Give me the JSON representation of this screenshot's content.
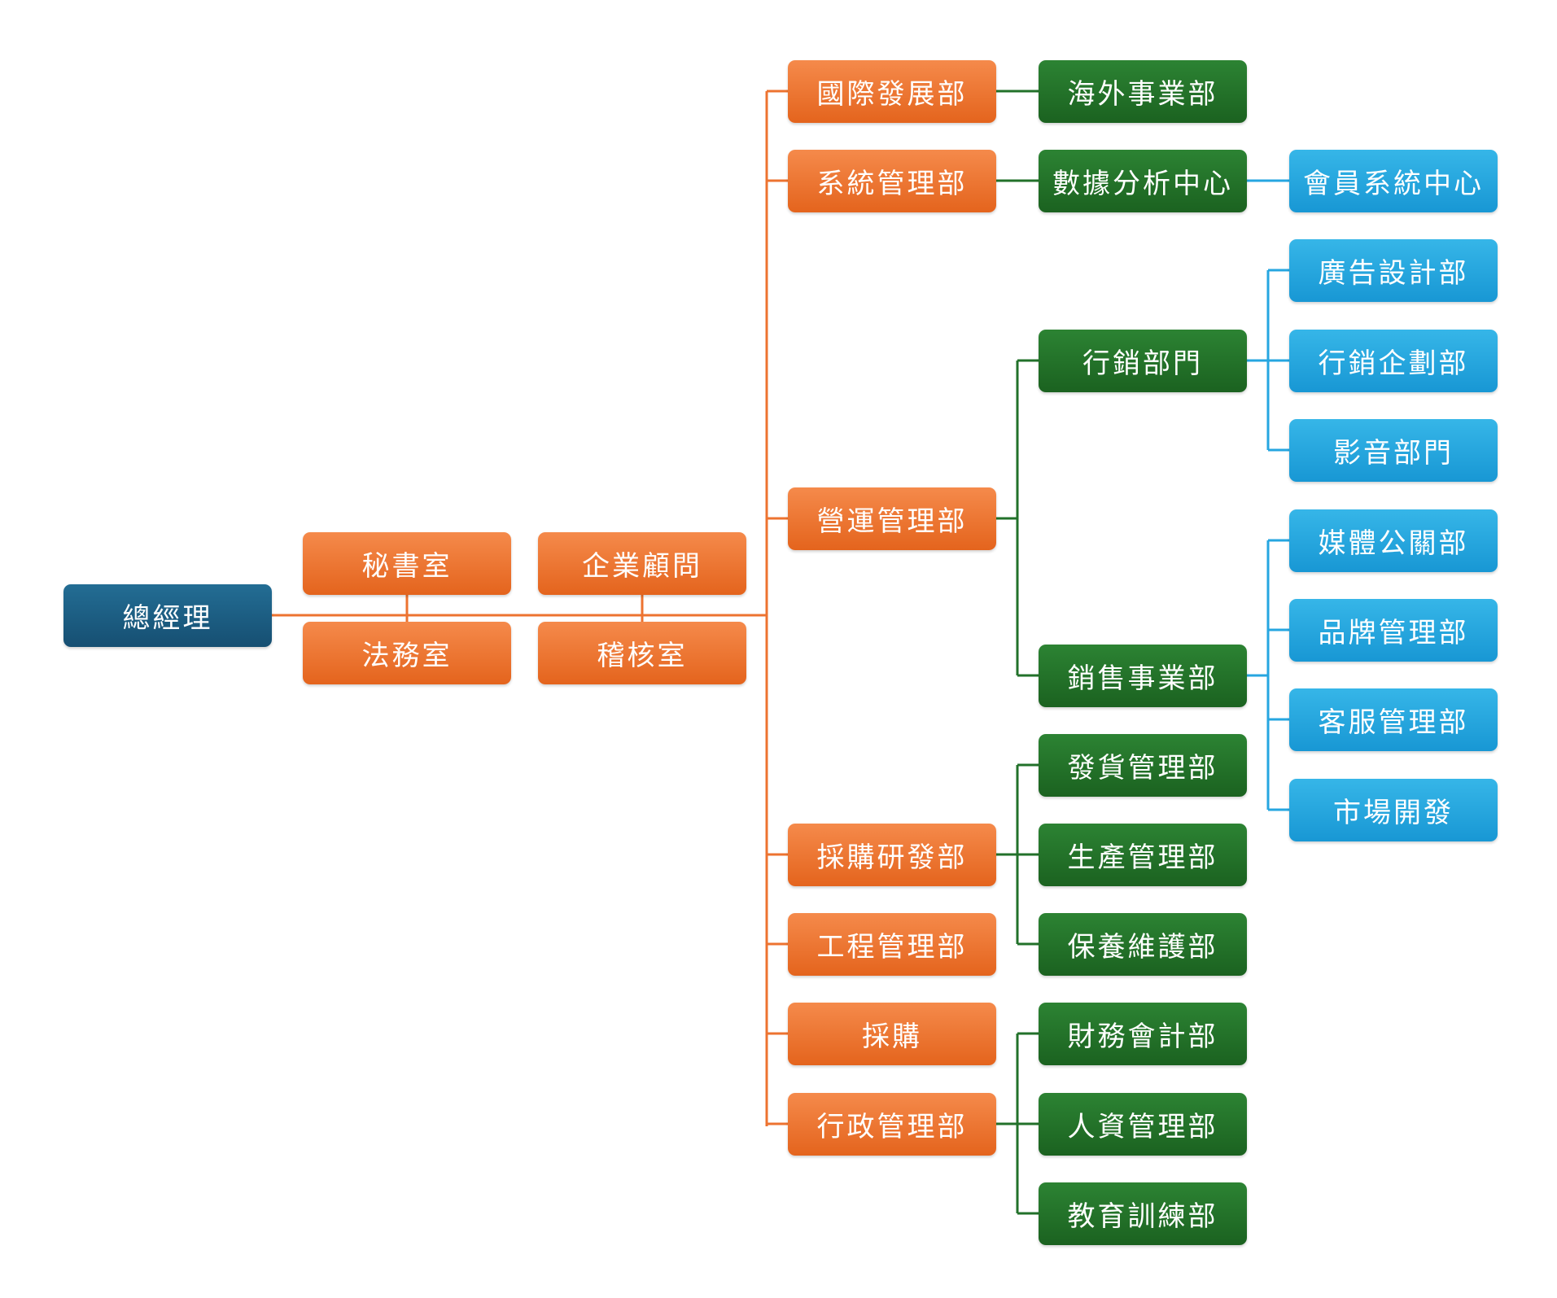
{
  "colors": {
    "root": "#1b5a80",
    "level1": "#ed7330",
    "level2": "#22712a",
    "level3": "#26a6e0"
  },
  "nodes": {
    "root": "總經理",
    "staff": {
      "secretary": "秘書室",
      "legal": "法務室",
      "consultant": "企業顧問",
      "audit": "稽核室"
    },
    "departments": {
      "intl": "國際發展部",
      "sys": "系統管理部",
      "ops": "營運管理部",
      "proc_rd": "採購研發部",
      "eng": "工程管理部",
      "purchase": "採購",
      "admin": "行政管理部"
    },
    "divisions": {
      "overseas": "海外事業部",
      "data": "數據分析中心",
      "marketing": "行銷部門",
      "sales": "銷售事業部",
      "shipping": "發貨管理部",
      "production": "生產管理部",
      "maintenance": "保養維護部",
      "finance": "財務會計部",
      "hr": "人資管理部",
      "training": "教育訓練部"
    },
    "units": {
      "member": "會員系統中心",
      "ad": "廣告設計部",
      "mkt_plan": "行銷企劃部",
      "av": "影音部門",
      "media_pr": "媒體公關部",
      "brand": "品牌管理部",
      "cs": "客服管理部",
      "market_dev": "市場開發"
    }
  }
}
